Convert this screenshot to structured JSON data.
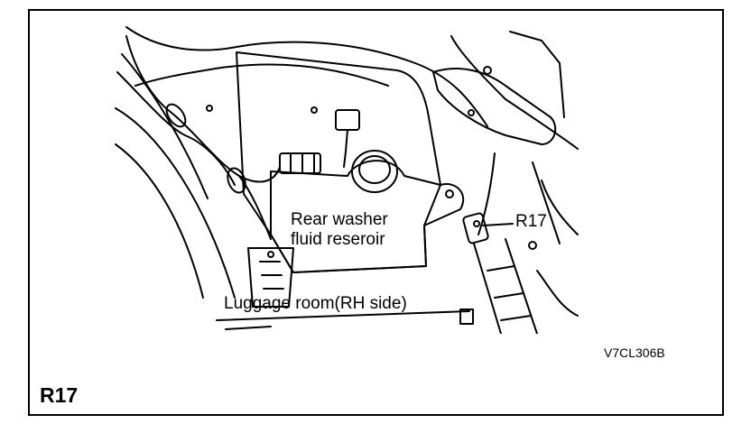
{
  "diagram": {
    "labels": {
      "washer_line1": "Rear washer",
      "washer_line2": "fluid reseroir",
      "location": "Luggage room(RH side)",
      "connector": "R17",
      "drawing_code": "V7CL306B",
      "figure_title": "R17"
    },
    "line_color": "#000000",
    "background_color": "#ffffff"
  }
}
